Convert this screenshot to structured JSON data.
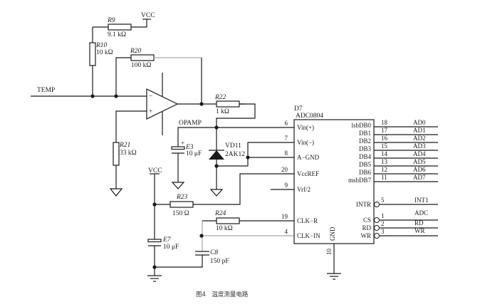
{
  "figure": {
    "caption": "图4　温度测量电路"
  },
  "nets": {
    "temp": "TEMP",
    "vcc_top": "VCC",
    "vcc_left": "VCC",
    "opamp": "OPAMP"
  },
  "components": {
    "r9": {
      "ref": "R9",
      "value": "9.1 kΩ"
    },
    "r10": {
      "ref": "R10",
      "value": "10 kΩ"
    },
    "r20": {
      "ref": "R20",
      "value": "100 kΩ"
    },
    "r21": {
      "ref": "R21",
      "value": "33 kΩ"
    },
    "r22": {
      "ref": "R22",
      "value": "1 kΩ"
    },
    "r23": {
      "ref": "R23",
      "value": "150 Ω"
    },
    "r24": {
      "ref": "R24",
      "value": "10 kΩ"
    },
    "e3": {
      "ref": "E3",
      "value": "10 μF",
      "polarity": "+"
    },
    "e7": {
      "ref": "E7",
      "value": "10 μF"
    },
    "c8": {
      "ref": "C8",
      "value": "150 pF"
    },
    "vd11": {
      "ref": "VD11",
      "value": "2AK12"
    },
    "opamp": {
      "minus": "−",
      "plus": "+"
    }
  },
  "adc": {
    "ref": "D7",
    "part": "ADC0804",
    "left_pins": [
      {
        "num": "6",
        "name": "Vin(+)"
      },
      {
        "num": "7",
        "name": "Vin(−)"
      },
      {
        "num": "8",
        "name": "A−GND"
      },
      {
        "num": "20",
        "name": "VccREF"
      },
      {
        "num": "9",
        "name": "Vrf/2"
      },
      {
        "num": "19",
        "name": "CLK−R"
      },
      {
        "num": "4",
        "name": "CLK−IN"
      }
    ],
    "data_pins": [
      {
        "num": "18",
        "name": "lsbDB0",
        "net": "AD0"
      },
      {
        "num": "17",
        "name": "DB1",
        "net": "AD1"
      },
      {
        "num": "16",
        "name": "DB2",
        "net": "AD2"
      },
      {
        "num": "15",
        "name": "DB3",
        "net": "AD3"
      },
      {
        "num": "14",
        "name": "DB4",
        "net": "AD4"
      },
      {
        "num": "13",
        "name": "DB5",
        "net": "AD5"
      },
      {
        "num": "12",
        "name": "DB6",
        "net": "AD6"
      },
      {
        "num": "11",
        "name": "msbDB7",
        "net": "AD7"
      }
    ],
    "control_pins": [
      {
        "num": "5",
        "name": "INTR",
        "net": "INT1"
      },
      {
        "num": "1",
        "name": "CS",
        "net": "ADC"
      },
      {
        "num": "2",
        "name": "RD",
        "net": "RD"
      },
      {
        "num": "3",
        "name": "WR",
        "net": "WR"
      }
    ],
    "gnd_pin": {
      "num": "10",
      "name": "GND"
    }
  }
}
